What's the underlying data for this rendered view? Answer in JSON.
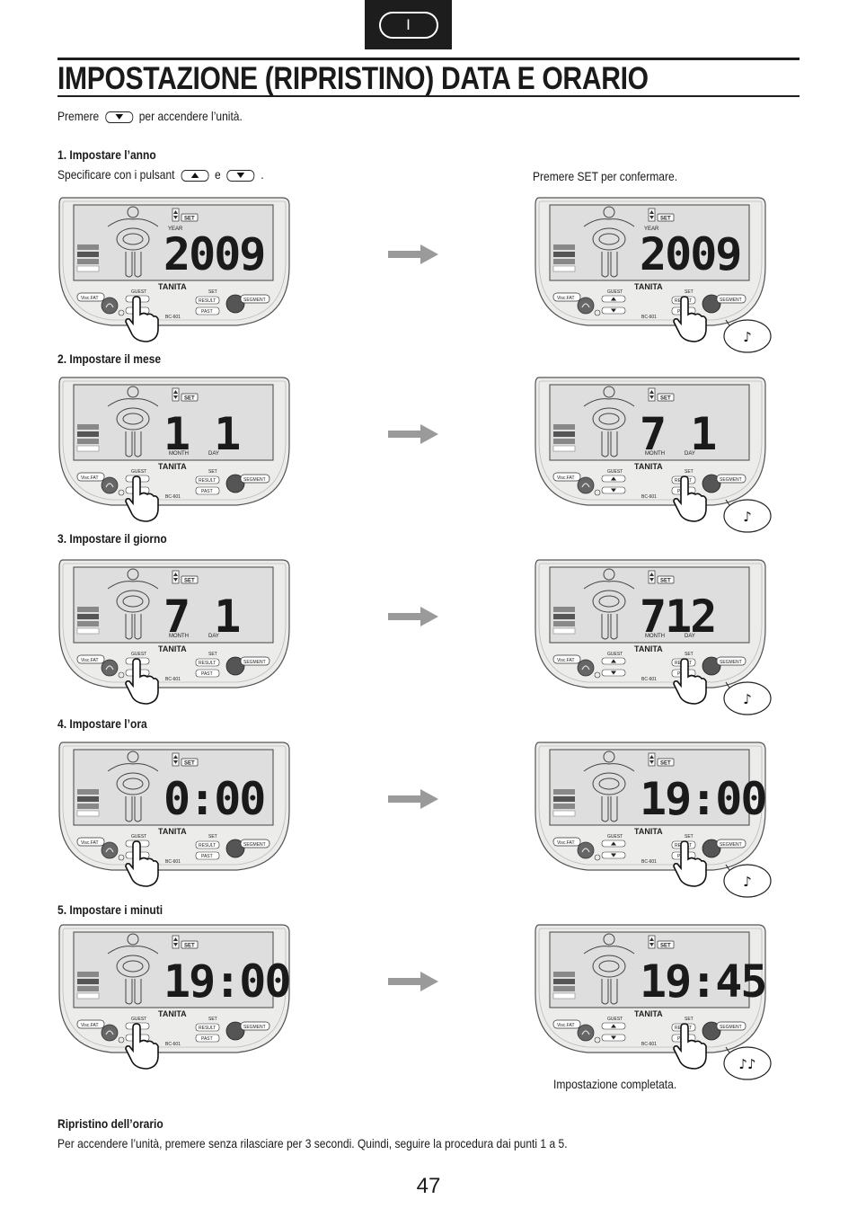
{
  "header": {
    "language_tab": "I",
    "title": "IMPOSTAZIONE (RIPRISTINO) DATA E ORARIO"
  },
  "intro": {
    "before": "Premere",
    "after": "per accendere l’unità."
  },
  "step1": {
    "heading": "1. Impostare l’anno",
    "text_before": "Specificare con i pulsant",
    "text_middle": "e",
    "text_end": ".",
    "right_text": "Premere SET per confermare."
  },
  "labels": {
    "set": "SET",
    "year": "YEAR",
    "month": "MONTH",
    "day": "DAY",
    "guest": "GUEST",
    "brand": "TANITA",
    "set_small": "SET",
    "result": "RESULT",
    "past": "PAST",
    "segment": "SEGMENT",
    "viscfat": "Visc.FAT",
    "model": "BC-601",
    "note_single": "♪",
    "note_double": "♪♪"
  },
  "steps": [
    {
      "heading": "",
      "left_display": "2009",
      "right_display": "2009",
      "mode": "year"
    },
    {
      "heading": "2. Impostare il mese",
      "left_display": "1 1",
      "right_display": "7 1",
      "mode": "monthday"
    },
    {
      "heading": "3. Impostare il giorno",
      "left_display": "7 1",
      "right_display": "712",
      "mode": "monthday"
    },
    {
      "heading": "4. Impostare l’ora",
      "left_display": "0:00",
      "right_display": "19:00",
      "mode": "time"
    },
    {
      "heading": "5. Impostare i minuti",
      "left_display": "19:00",
      "right_display": "19:45",
      "mode": "time"
    }
  ],
  "completed": "Impostazione completata.",
  "reset": {
    "heading": "Ripristino dell’orario",
    "text": "Per accendere l’unità, premere senza rilasciare per 3 secondi. Quindi, seguire la procedura dai punti 1 a 5."
  },
  "page_number": "47"
}
